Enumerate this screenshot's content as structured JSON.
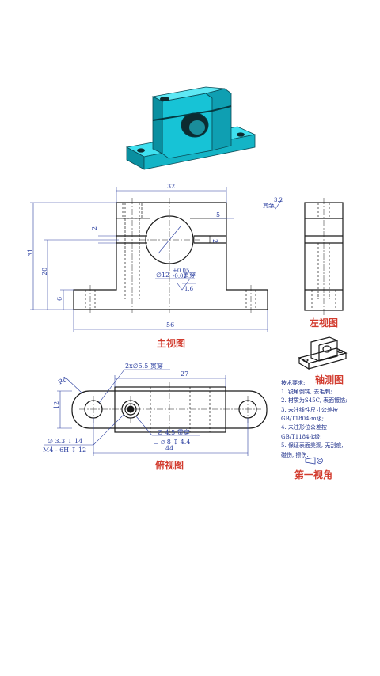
{
  "labels": {
    "front_view": "主视图",
    "left_view": "左视图",
    "top_view": "俯视图",
    "axonometric": "轴测图",
    "first_angle": "第一视角"
  },
  "dimensions": {
    "d32": "32",
    "d5": "5",
    "d2": "2",
    "d31": "31",
    "d20": "20",
    "d6": "6",
    "d56": "56",
    "d12_hole": "∅12",
    "d12_tol": "+0.05",
    "d12_tol2": "-0.02",
    "through": "贯穿",
    "rough_val": "1.6",
    "rough_other": "其余",
    "rough_other_val": "3.2",
    "d27": "27",
    "d12": "12",
    "d44": "44",
    "r8": "R8",
    "holes_2x": "2x∅5.5 贯穿",
    "hole_45": "∅ 4.5 贯穿",
    "cbore": "⌴ ∅ 8 ↧ 4.4",
    "d33": "∅ 3.3 ↧ 14",
    "m4": "M4 - 6H ↧ 12",
    "d2b": "2"
  },
  "notes": [
    "技术要求:",
    "1. 锐角倒钝, 去毛刺;",
    "2. 材质为S45C, 表面镀铬;",
    "3. 未注线性尺寸公差按",
    "GB/T1804-m级;",
    "4. 未注形位公差按",
    "GB/T1184-k级;",
    "5. 保证表面美观, 无刮痕,",
    "碰伤, 擦伤."
  ],
  "colors": {
    "part_cyan": "#17c3d6",
    "part_dark": "#0a8fa0",
    "label_red": "#d23b2e",
    "dim_blue": "#2b3fa0"
  }
}
